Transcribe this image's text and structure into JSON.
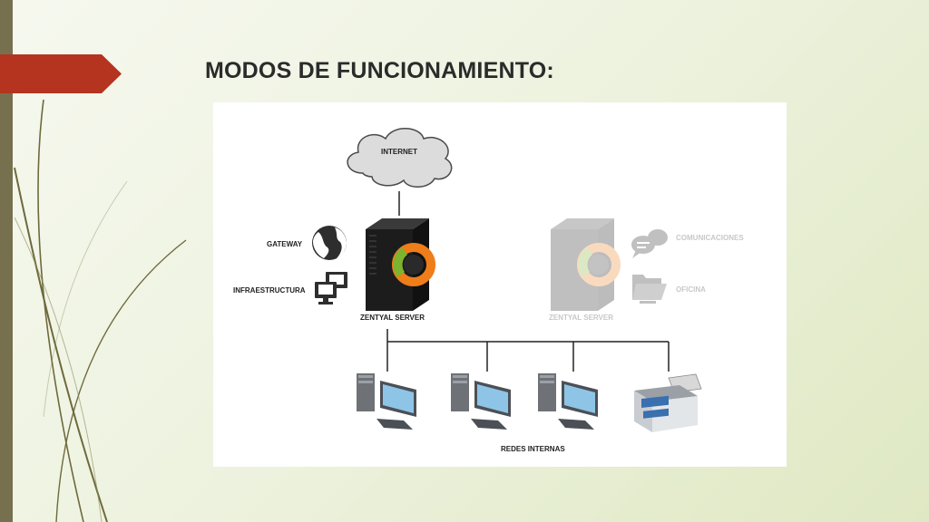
{
  "slide": {
    "title": "MODOS DE FUNCIONAMIENTO:"
  },
  "colors": {
    "side_bar": "#76704f",
    "title_arrow": "#b4341f",
    "decor_stroke": "#6e6a3c",
    "server_orange": "#ef7d1a",
    "server_green": "#7db32e",
    "server_body": "#1c1c1c"
  },
  "diagram": {
    "cloud_label": "INTERNET",
    "gateway_label": "GATEWAY",
    "infra_label": "INFRAESTRUCTURA",
    "server_label": "ZENTYAL SERVER",
    "server_faded_label": "ZENTYAL SERVER",
    "comms_label": "COMUNICACIONES",
    "office_label": "OFICINA",
    "network_label": "REDES INTERNAS",
    "icons": [
      "cloud-icon",
      "globe-icon",
      "monitors-icon",
      "server-icon",
      "chat-icon",
      "folder-icon",
      "workstation-icon",
      "printer-icon"
    ]
  }
}
